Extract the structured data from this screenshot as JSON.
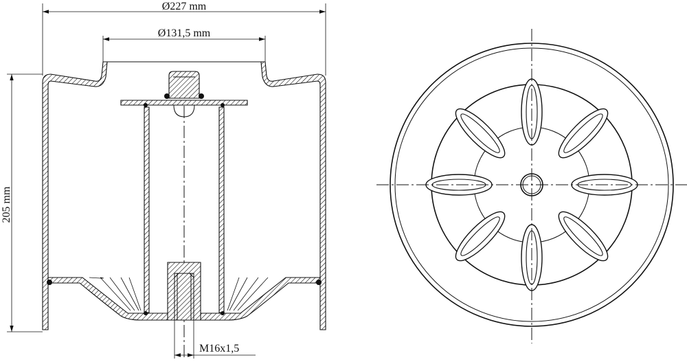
{
  "dimensions": {
    "outer_diameter": "Ø227 mm",
    "inner_diameter": "Ø131,5 mm",
    "height": "205 mm",
    "thread": "M16x1,5"
  }
}
